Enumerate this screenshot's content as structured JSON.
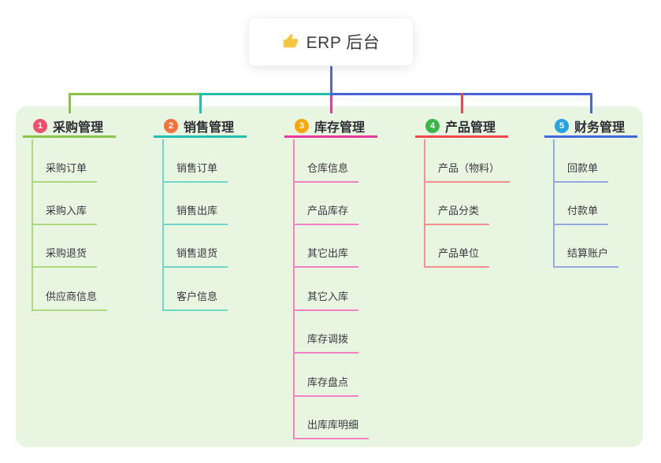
{
  "root": {
    "label": "ERP 后台",
    "icon": "thumbs-up-icon",
    "icon_color": "#F6C544"
  },
  "connector": {
    "root_line": "#5A68C8",
    "right_segment": "#4A62D8"
  },
  "panel_color": "#E8F5E1",
  "branches": [
    {
      "index": "1",
      "label": "采购管理",
      "color": "#8BC34A",
      "light": "#AED87D",
      "badge_color": "#F0506E",
      "children": [
        "采购订单",
        "采购入库",
        "采购退货",
        "供应商信息"
      ]
    },
    {
      "index": "2",
      "label": "销售管理",
      "color": "#21BFAE",
      "light": "#6FD6C8",
      "badge_color": "#F2713D",
      "children": [
        "销售订单",
        "销售出库",
        "销售退货",
        "客户信息"
      ]
    },
    {
      "index": "3",
      "label": "库存管理",
      "color": "#E8399B",
      "light": "#F282C2",
      "badge_color": "#F7A805",
      "children": [
        "仓库信息",
        "产品库存",
        "其它出库",
        "其它入库",
        "库存调拨",
        "库存盘点",
        "出库库明细"
      ]
    },
    {
      "index": "4",
      "label": "产品管理",
      "color": "#F2484B",
      "light": "#F5908F",
      "badge_color": "#39B54A",
      "children": [
        "产品（物料）",
        "产品分类",
        "产品单位"
      ]
    },
    {
      "index": "5",
      "label": "财务管理",
      "color": "#4168DC",
      "light": "#93A9E0",
      "badge_color": "#29A3DF",
      "children": [
        "回款单",
        "付款单",
        "结算账户"
      ]
    }
  ]
}
